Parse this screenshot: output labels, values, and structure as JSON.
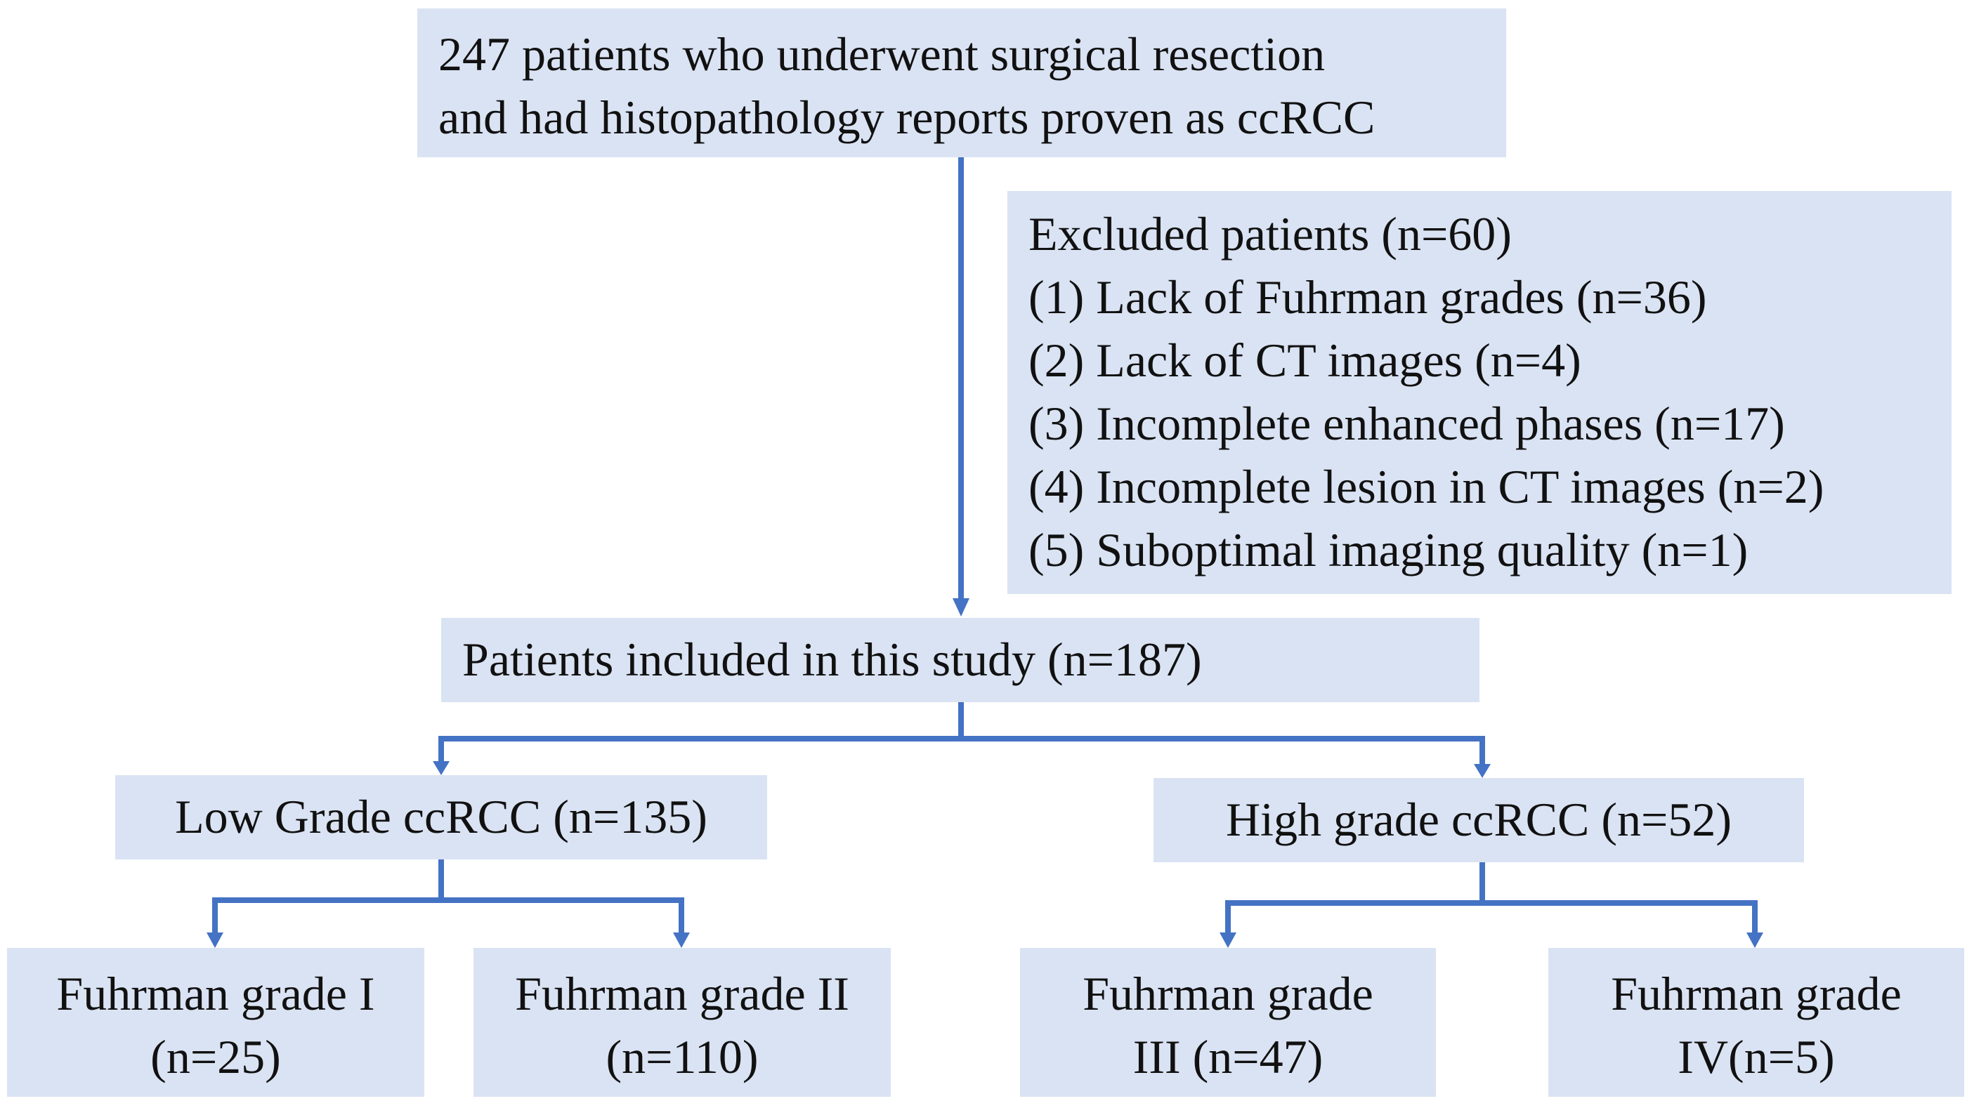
{
  "boxes": {
    "top": {
      "lines": [
        "247 patients who underwent surgical resection",
        "and had histopathology reports proven as ccRCC"
      ]
    },
    "excluded": {
      "lines": [
        "Excluded patients (n=60)",
        "(1) Lack of Fuhrman grades (n=36)",
        "(2) Lack of CT images (n=4)",
        "(3) Incomplete enhanced phases (n=17)",
        "(4) Incomplete lesion in CT images (n=2)",
        "(5) Suboptimal imaging quality (n=1)"
      ]
    },
    "included": {
      "lines": [
        "Patients included in this study (n=187)"
      ]
    },
    "low_grade": {
      "lines": [
        "Low Grade ccRCC (n=135)"
      ]
    },
    "high_grade": {
      "lines": [
        "High grade ccRCC (n=52)"
      ]
    },
    "grade_1": {
      "lines": [
        "Fuhrman grade I",
        "(n=25)"
      ]
    },
    "grade_2": {
      "lines": [
        "Fuhrman grade II",
        "(n=110)"
      ]
    },
    "grade_3": {
      "lines": [
        "Fuhrman grade",
        "III (n=47)"
      ]
    },
    "grade_4": {
      "lines": [
        "Fuhrman grade",
        "IV(n=5)"
      ]
    }
  },
  "colors": {
    "box_fill": "#dae3f3",
    "connector": "#4472c4",
    "text": "#111111"
  }
}
